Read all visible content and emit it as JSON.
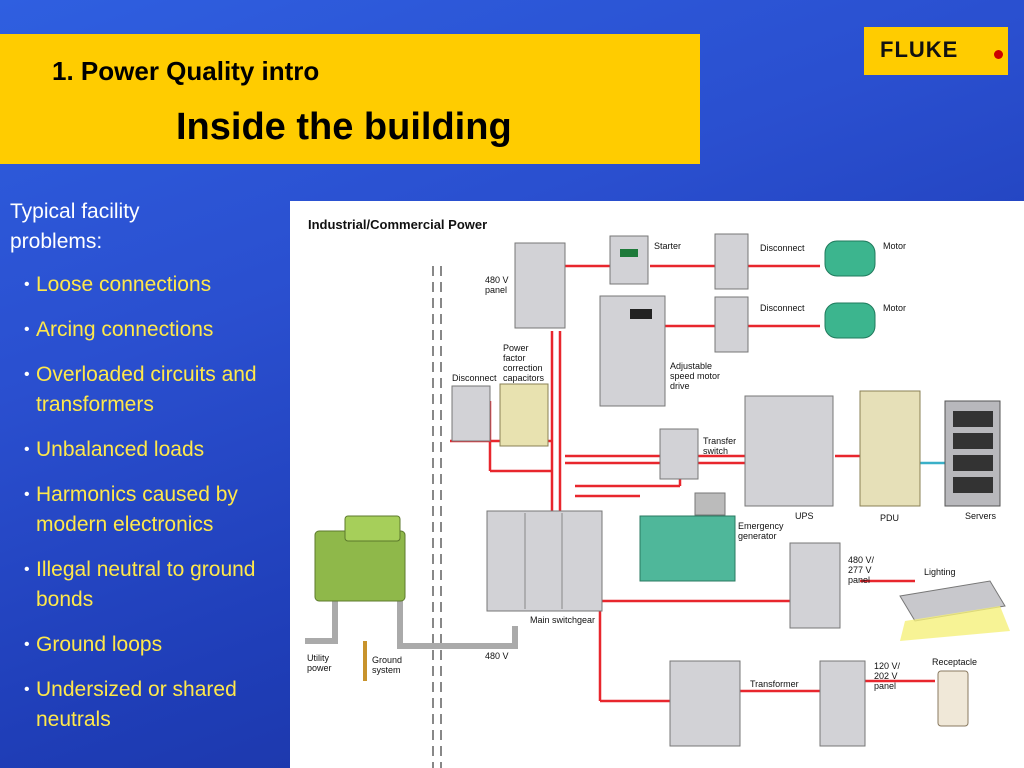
{
  "title": {
    "line1": "1. Power Quality intro",
    "line2": "Inside the building"
  },
  "logo": {
    "text": "FLUKE"
  },
  "problems": {
    "heading": "Typical facility problems:",
    "items": [
      "Loose connections",
      "Arcing connections",
      "Overloaded circuits and transformers",
      "Unbalanced loads",
      "Harmonics caused by modern electronics",
      "Illegal neutral to ground bonds",
      "Ground loops",
      "Undersized or shared neutrals"
    ]
  },
  "diagram": {
    "title": "Industrial/Commercial Power",
    "labels": {
      "starter": "Starter",
      "disconnect1": "Disconnect",
      "disconnect2": "Disconnect",
      "disconnect3": "Disconnect",
      "motor1": "Motor",
      "motor2": "Motor",
      "panel480_l1": "480 V",
      "panel480_l2": "panel",
      "pfc_l1": "Power",
      "pfc_l2": "factor",
      "pfc_l3": "correction",
      "pfc_l4": "capacitors",
      "asd_l1": "Adjustable",
      "asd_l2": "speed motor",
      "asd_l3": "drive",
      "transfer_l1": "Transfer",
      "transfer_l2": "switch",
      "ups": "UPS",
      "pdu": "PDU",
      "servers": "Servers",
      "gen_l1": "Emergency",
      "gen_l2": "generator",
      "switchgear": "Main switchgear",
      "panel277_l1": "480 V/",
      "panel277_l2": "277 V",
      "panel277_l3": "panel",
      "lighting": "Lighting",
      "utility_l1": "Utility",
      "utility_l2": "power",
      "ground_l1": "Ground",
      "ground_l2": "system",
      "v480": "480 V",
      "transformer": "Transformer",
      "panel120_l1": "120 V/",
      "panel120_l2": "202 V",
      "panel120_l3": "panel",
      "receptacle": "Receptacle"
    },
    "colors": {
      "wire": "#e8262d",
      "box": "#c8c8cc",
      "generator": "#4fb79a",
      "motor": "#3cb58e",
      "transformer_util": "#8fb84a",
      "pdu": "#e6e0b8"
    }
  }
}
